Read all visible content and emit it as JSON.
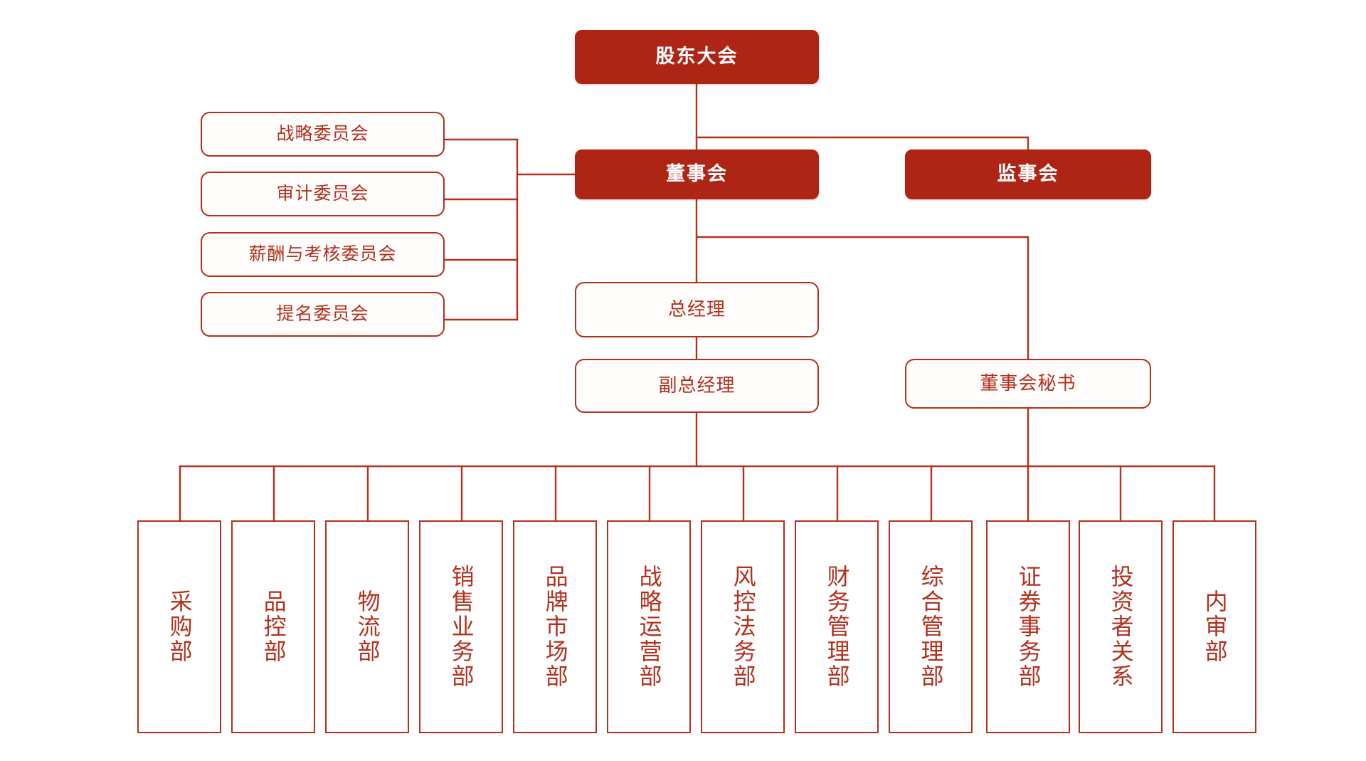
{
  "meta": {
    "title": "公司组织架构图",
    "colors": {
      "fill": "#AE2516",
      "stroke": "#B4301D",
      "line": "#B4301D",
      "text_on_fill": "#FFFFFF",
      "text_on_outline": "#B4301D",
      "background": "#FFFFFF"
    }
  },
  "top": {
    "shareholders_meeting": "股东大会"
  },
  "level2": {
    "board_of_directors": "董事会",
    "board_of_supervisors": "监事会"
  },
  "committees": [
    {
      "label": "战略委员会"
    },
    {
      "label": "审计委员会"
    },
    {
      "label": "薪酬与考核委员会"
    },
    {
      "label": "提名委员会"
    }
  ],
  "management": {
    "general_manager": "总经理",
    "deputy_general_manager": "副总经理",
    "board_secretary": "董事会秘书"
  },
  "departments": [
    {
      "label": "采购部"
    },
    {
      "label": "品控部"
    },
    {
      "label": "物流部"
    },
    {
      "label": "销售业务部"
    },
    {
      "label": "品牌市场部"
    },
    {
      "label": "战略运营部"
    },
    {
      "label": "风控法务部"
    },
    {
      "label": "财务管理部"
    },
    {
      "label": "综合管理部"
    },
    {
      "label": "证券事务部"
    },
    {
      "label": "投资者关系"
    },
    {
      "label": "内审部"
    }
  ]
}
